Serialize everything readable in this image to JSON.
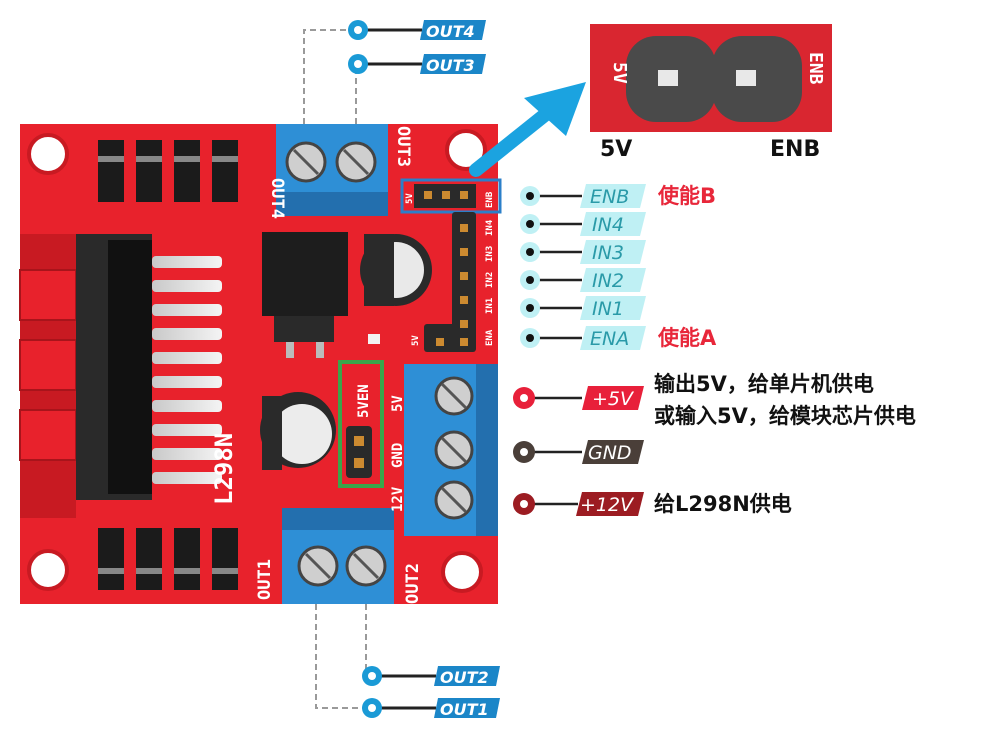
{
  "colors": {
    "board": "#e8222c",
    "terminal": "#2e8fd6",
    "pin_dot_blue": "#1a9ad6",
    "pin_tag_cyan": "#bff0f4",
    "pin_tag_blue": "#1b86c8",
    "power_red": "#e8203a",
    "gnd_dark": "#4a3f39",
    "v12_dark": "#9c1c22",
    "arrow_blue": "#1ba3e0",
    "highlight_blue": "#2b7fc9",
    "highlight_green": "#3aa64a"
  },
  "board": {
    "chip_label": "L298N",
    "silk_out1": "OUT1",
    "silk_out2": "OUT2",
    "silk_out3": "OUT3",
    "silk_out4": "OUT4",
    "silk_5ven": "5VEN",
    "silk_5v": "5V",
    "silk_gnd": "GND",
    "silk_12v": "12V",
    "header_top": [
      "5V",
      "ENB"
    ],
    "header_side": [
      "IN4",
      "IN3",
      "IN2",
      "IN1",
      "ENA"
    ],
    "header_side_5v": "5V"
  },
  "top_outputs": [
    "OUT4",
    "OUT3"
  ],
  "bottom_outputs": [
    "OUT2",
    "OUT1"
  ],
  "control_pins": [
    "ENB",
    "IN4",
    "IN3",
    "IN2",
    "IN1",
    "ENA"
  ],
  "control_notes": {
    "enb": "使能B",
    "ena": "使能A"
  },
  "power_pins": [
    {
      "label": "+5V",
      "note_lines": [
        "输出5V，给单片机供电",
        "或输入5V，给模块芯片供电"
      ]
    },
    {
      "label": "GND",
      "note_lines": []
    },
    {
      "label": "+12V",
      "note_lines": [
        "给L298N供电"
      ]
    }
  ],
  "zoom": {
    "left_label": "5V",
    "right_label": "ENB",
    "silk_left": "5V",
    "silk_right": "ENB"
  }
}
